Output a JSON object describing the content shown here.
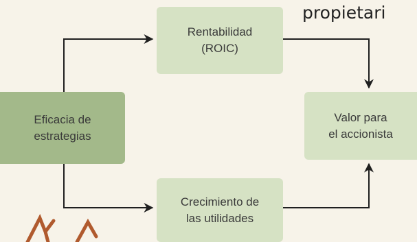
{
  "caption": "propietari",
  "nodes": {
    "roic": "Rentabilidad\n(ROIC)",
    "growth": "Crecimiento de\nlas utilidades",
    "efficacy": "Eficacia de\nestrategias",
    "value": "Valor para\nel accionista"
  },
  "colors": {
    "background": "#f7f3e9",
    "light_box": "#d6e2c4",
    "dark_box": "#a3b98a",
    "arrow": "#1f1f1f",
    "decoration": "#b05a2e"
  }
}
